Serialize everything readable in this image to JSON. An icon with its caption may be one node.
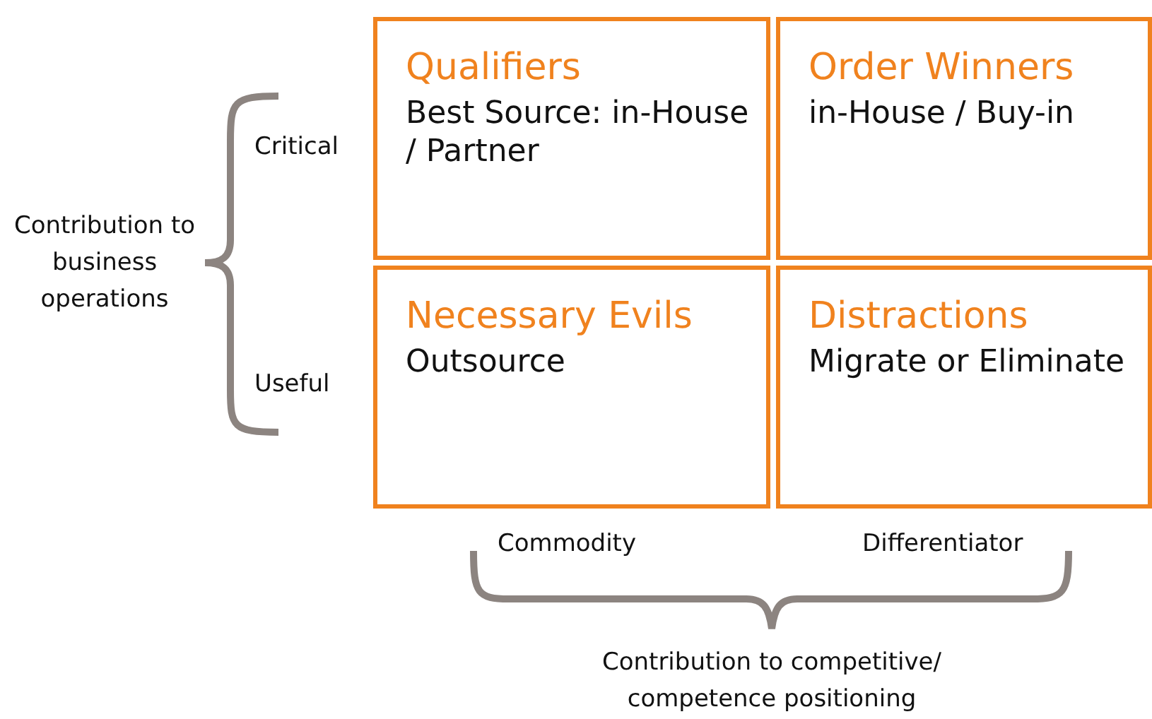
{
  "diagram": {
    "nodes": [
      {
        "text": [
          "Qualifiers",
          "Best Source: in-House / Partner"
        ]
      },
      {
        "text": [
          "Order Winners",
          "in-House / Buy-in"
        ]
      },
      {
        "text": [
          "Necessary Evils",
          "Outsource"
        ]
      },
      {
        "text": [
          "Distractions",
          "Migrate or Eliminate"
        ]
      }
    ],
    "labels": [
      "Critical",
      "Contribution to business operations",
      "Useful",
      "Commodity",
      "Differentiator",
      "Contribution to competitive/ competence positioning"
    ]
  }
}
